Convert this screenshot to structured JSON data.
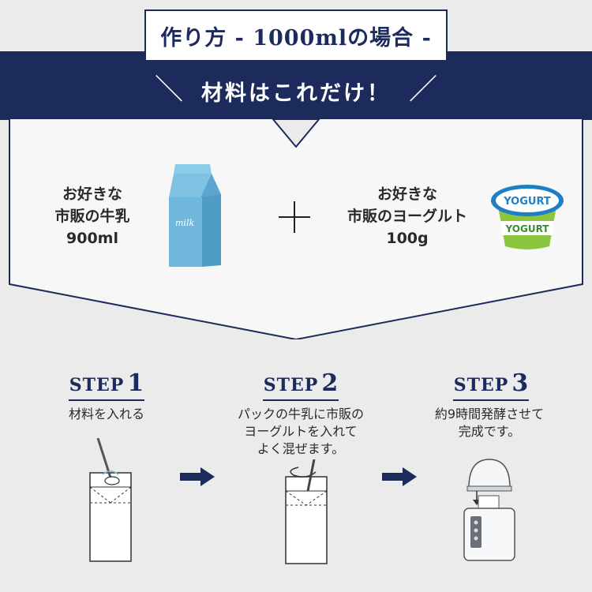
{
  "header": {
    "title": "作り方 - 1000mlの場合 -",
    "subtitle": "材料はこれだけ！",
    "slash_left": "＼",
    "slash_right": "／"
  },
  "materials": {
    "milk": {
      "lines": [
        "お好きな",
        "市販の牛乳",
        "900ml"
      ],
      "carton_label": "milk"
    },
    "yogurt": {
      "lines": [
        "お好きな",
        "市販のヨーグルト",
        "100g"
      ],
      "cup_label_top": "YOGURT",
      "cup_label_bottom": "YOGURT"
    }
  },
  "steps": [
    {
      "word": "STEP",
      "number": "1",
      "desc": [
        "材料を入れる"
      ]
    },
    {
      "word": "STEP",
      "number": "2",
      "desc": [
        "パックの牛乳に市販の",
        "ヨーグルトを入れて",
        "よく混ぜます。"
      ]
    },
    {
      "word": "STEP",
      "number": "3",
      "desc": [
        "約9時間発酵させて",
        "完成です。"
      ]
    }
  ],
  "colors": {
    "navy": "#1d2a5c",
    "milk_blue": "#6fb7dd",
    "yogurt_green": "#8cc63f",
    "yogurt_blue": "#1f7fc4"
  }
}
